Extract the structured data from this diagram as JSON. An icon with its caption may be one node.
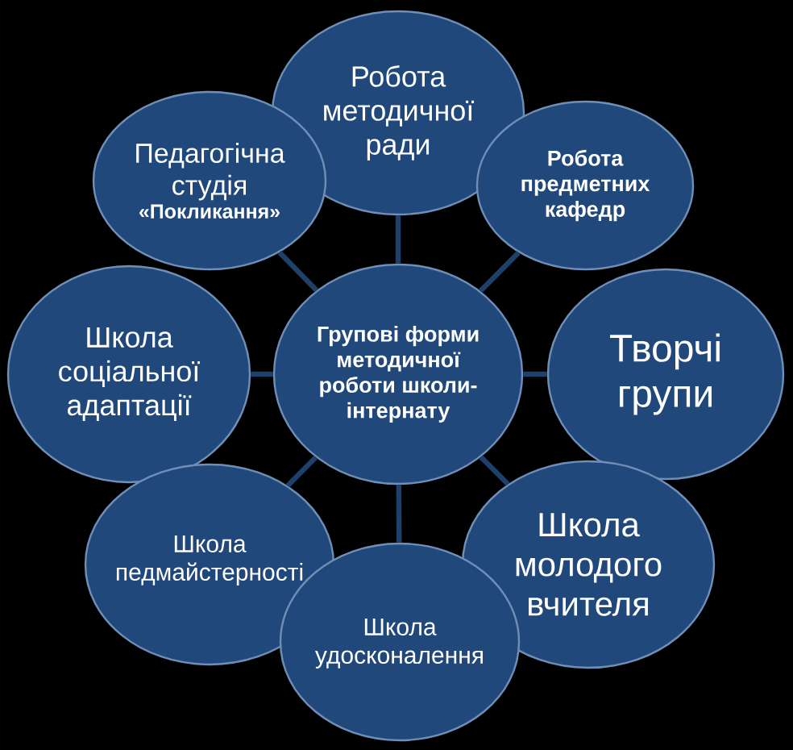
{
  "diagram": {
    "nodes": [
      {
        "text": [
          "Робота методичної ради"
        ]
      },
      {
        "text": [
          "Педагогічна студія",
          "«Покликання»"
        ]
      },
      {
        "text": [
          "Робота предметних кафедр"
        ]
      },
      {
        "text": [
          "Школа соціальної адаптації"
        ]
      },
      {
        "text": [
          "Групові форми методичної роботи школи-інтернату"
        ]
      },
      {
        "text": [
          "Творчі групи"
        ]
      },
      {
        "text": [
          "Школа педмайстерності"
        ]
      },
      {
        "text": [
          "Школа молодого вчителя"
        ]
      },
      {
        "text": [
          "Школа удосконалення"
        ]
      }
    ],
    "edges": [
      {
        "from": 4,
        "to": 0,
        "arrow": "none"
      },
      {
        "from": 4,
        "to": 1,
        "arrow": "none"
      },
      {
        "from": 4,
        "to": 2,
        "arrow": "none"
      },
      {
        "from": 4,
        "to": 3,
        "arrow": "none"
      },
      {
        "from": 4,
        "to": 5,
        "arrow": "none"
      },
      {
        "from": 4,
        "to": 6,
        "arrow": "none"
      },
      {
        "from": 4,
        "to": 7,
        "arrow": "none"
      },
      {
        "from": 4,
        "to": 8,
        "arrow": "none"
      }
    ]
  }
}
